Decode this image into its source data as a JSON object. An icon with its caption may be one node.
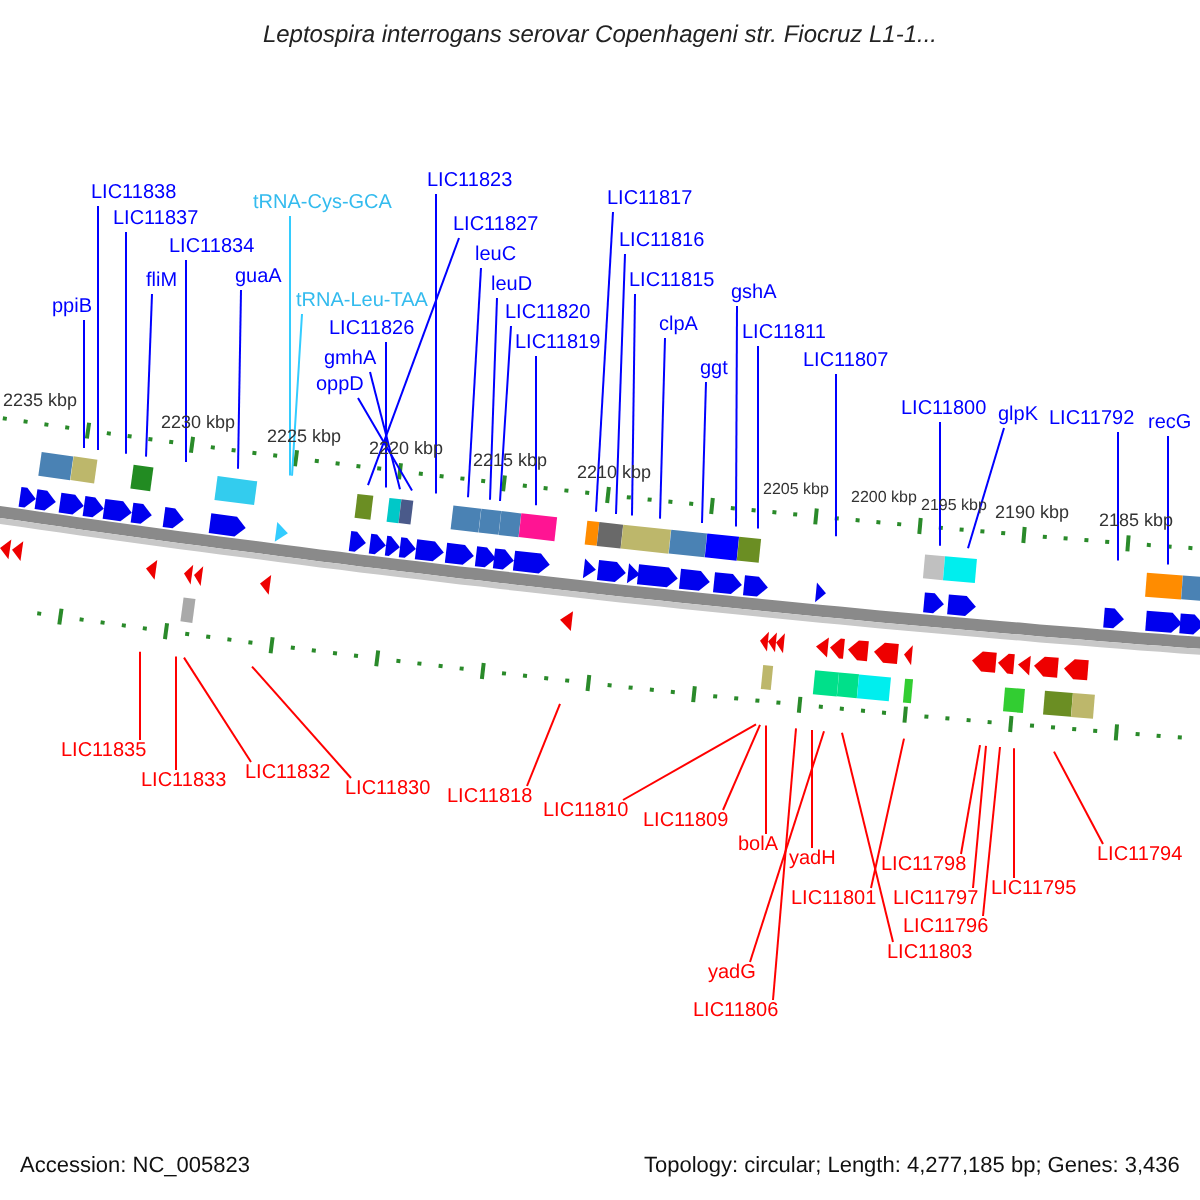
{
  "diagram": {
    "title": "Leptospira interrogans serovar Copenhageni str. Fiocruz L1-1...",
    "nodes": [
      {
        "text": [
          "LIC11838"
        ]
      },
      {
        "text": [
          "LIC11837"
        ]
      },
      {
        "text": [
          "LIC11834"
        ]
      },
      {
        "text": [
          "fliM"
        ]
      },
      {
        "text": [
          "ppiB"
        ]
      },
      {
        "text": [
          "tRNA-Cys-GCA"
        ]
      },
      {
        "text": [
          "guaA"
        ]
      },
      {
        "text": [
          "tRNA-Leu-TAA"
        ]
      },
      {
        "text": [
          "LIC11827"
        ]
      },
      {
        "text": [
          "LIC11823"
        ]
      },
      {
        "text": [
          "leuC"
        ]
      },
      {
        "text": [
          "LIC11826"
        ]
      },
      {
        "text": [
          "leuD"
        ]
      },
      {
        "text": [
          "gmhA"
        ]
      },
      {
        "text": [
          "LIC11820"
        ]
      },
      {
        "text": [
          "oppD"
        ]
      },
      {
        "text": [
          "LIC11819"
        ]
      },
      {
        "text": [
          "LIC11817"
        ]
      },
      {
        "text": [
          "LIC11816"
        ]
      },
      {
        "text": [
          "LIC11815"
        ]
      },
      {
        "text": [
          "gshA"
        ]
      },
      {
        "text": [
          "clpA"
        ]
      },
      {
        "text": [
          "LIC11811"
        ]
      },
      {
        "text": [
          "LIC11807"
        ]
      },
      {
        "text": [
          "ggt"
        ]
      },
      {
        "text": [
          "LIC11800"
        ]
      },
      {
        "text": [
          "glpK"
        ]
      },
      {
        "text": [
          "LIC11792"
        ]
      },
      {
        "text": [
          "recG"
        ]
      },
      {
        "text": [
          "LIC11835"
        ]
      },
      {
        "text": [
          "LIC11832"
        ]
      },
      {
        "text": [
          "LIC11833"
        ]
      },
      {
        "text": [
          "LIC11830"
        ]
      },
      {
        "text": [
          "LIC11818"
        ]
      },
      {
        "text": [
          "LIC11810"
        ]
      },
      {
        "text": [
          "LIC11809"
        ]
      },
      {
        "text": [
          "bolA"
        ]
      },
      {
        "text": [
          "yadH"
        ]
      },
      {
        "text": [
          "LIC11798"
        ]
      },
      {
        "text": [
          "LIC11794"
        ]
      },
      {
        "text": [
          "LIC11795"
        ]
      },
      {
        "text": [
          "LIC11801"
        ]
      },
      {
        "text": [
          "LIC11796"
        ]
      },
      {
        "text": [
          "LIC11803"
        ]
      },
      {
        "text": [
          "LIC11797"
        ]
      },
      {
        "text": [
          "yadG"
        ]
      },
      {
        "text": [
          "LIC11806"
        ]
      }
    ],
    "edges": [
      {
        "from": 0,
        "to": null,
        "arrow": "none"
      },
      {
        "from": 1,
        "to": null,
        "arrow": "none"
      },
      {
        "from": 2,
        "to": null,
        "arrow": "none"
      },
      {
        "from": 3,
        "to": null,
        "arrow": "none"
      },
      {
        "from": 4,
        "to": null,
        "arrow": "none"
      },
      {
        "from": 5,
        "to": null,
        "arrow": "none",
        "color": "#33ccff"
      },
      {
        "from": 6,
        "to": null,
        "arrow": "none"
      },
      {
        "from": 7,
        "to": null,
        "arrow": "none",
        "color": "#33ccff"
      },
      {
        "from": 8,
        "to": null,
        "arrow": "none"
      },
      {
        "from": 9,
        "to": null,
        "arrow": "none"
      },
      {
        "from": 10,
        "to": null,
        "arrow": "none"
      },
      {
        "from": 11,
        "to": null,
        "arrow": "none"
      },
      {
        "from": 12,
        "to": null,
        "arrow": "none"
      },
      {
        "from": 13,
        "to": null,
        "arrow": "none"
      },
      {
        "from": 14,
        "to": null,
        "arrow": "none"
      },
      {
        "from": 15,
        "to": null,
        "arrow": "none"
      },
      {
        "from": 16,
        "to": null,
        "arrow": "none"
      },
      {
        "from": 17,
        "to": null,
        "arrow": "none"
      },
      {
        "from": 18,
        "to": null,
        "arrow": "none"
      },
      {
        "from": 19,
        "to": null,
        "arrow": "none"
      },
      {
        "from": 20,
        "to": null,
        "arrow": "none"
      },
      {
        "from": 21,
        "to": null,
        "arrow": "none"
      },
      {
        "from": 22,
        "to": null,
        "arrow": "none"
      },
      {
        "from": 23,
        "to": null,
        "arrow": "none"
      },
      {
        "from": 24,
        "to": null,
        "arrow": "none"
      },
      {
        "from": 25,
        "to": null,
        "arrow": "none"
      },
      {
        "from": 26,
        "to": null,
        "arrow": "none"
      },
      {
        "from": 27,
        "to": null,
        "arrow": "none"
      },
      {
        "from": 28,
        "to": null,
        "arrow": "none"
      },
      {
        "from": 29,
        "to": null,
        "arrow": "none",
        "color": "#ff0000"
      },
      {
        "from": 30,
        "to": null,
        "arrow": "none",
        "color": "#ff0000"
      },
      {
        "from": 31,
        "to": null,
        "arrow": "none",
        "color": "#ff0000"
      },
      {
        "from": 32,
        "to": null,
        "arrow": "none",
        "color": "#ff0000"
      },
      {
        "from": 33,
        "to": null,
        "arrow": "none",
        "color": "#ff0000"
      },
      {
        "from": 34,
        "to": null,
        "arrow": "none",
        "color": "#ff0000"
      },
      {
        "from": 35,
        "to": null,
        "arrow": "none",
        "color": "#ff0000"
      },
      {
        "from": 36,
        "to": null,
        "arrow": "none",
        "color": "#ff0000"
      },
      {
        "from": 37,
        "to": null,
        "arrow": "none",
        "color": "#ff0000"
      },
      {
        "from": 38,
        "to": null,
        "arrow": "none",
        "color": "#ff0000"
      },
      {
        "from": 39,
        "to": null,
        "arrow": "none",
        "color": "#ff0000"
      },
      {
        "from": 40,
        "to": null,
        "arrow": "none",
        "color": "#ff0000"
      },
      {
        "from": 41,
        "to": null,
        "arrow": "none",
        "color": "#ff0000"
      },
      {
        "from": 42,
        "to": null,
        "arrow": "none",
        "color": "#ff0000"
      },
      {
        "from": 43,
        "to": null,
        "arrow": "none",
        "color": "#ff0000"
      },
      {
        "from": 44,
        "to": null,
        "arrow": "none",
        "color": "#ff0000"
      },
      {
        "from": 45,
        "to": null,
        "arrow": "none",
        "color": "#ff0000"
      },
      {
        "from": 46,
        "to": null,
        "arrow": "none",
        "color": "#ff0000"
      }
    ],
    "labels": [
      "2235 kbp",
      "2230 kbp",
      "2225 kbp",
      "2220 kbp",
      "2215 kbp",
      "2210 kbp",
      "2205 kbp",
      "2200 kbp",
      "2195 kbp",
      "2190 kbp",
      "2185 kbp",
      "Accession: NC_005823",
      "Topology: circular; Length: 4,277,185 bp; Genes: 3,436"
    ]
  }
}
